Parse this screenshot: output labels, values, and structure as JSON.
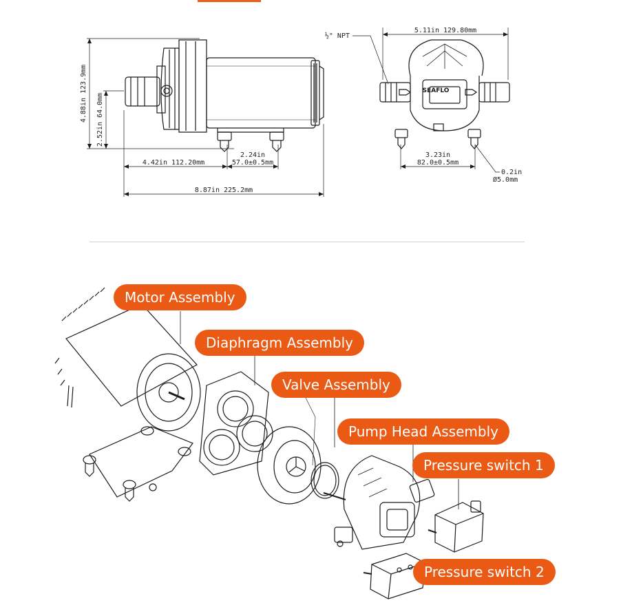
{
  "colors": {
    "accent": "#ea5a15",
    "line": "#1a1a1a",
    "divider": "#cfcfcf"
  },
  "dimensions": {
    "height_total": "4.88in 123.9mm",
    "height_inlet": "2.52in 64.0mm",
    "depth_head": "4.42in 112.20mm",
    "foot_spacing_in": "2.24in",
    "foot_spacing_mm": "57.0±0.5mm",
    "length_total": "8.87in 225.2mm",
    "port_thread": "½\" NPT",
    "width_total": "5.11in 129.80mm",
    "foot_width_in": "3.23in",
    "foot_width_mm": "82.0±0.5mm",
    "hole_in": "0.2in",
    "hole_mm": "Ø5.0mm"
  },
  "brand_mark": "SEAFLO",
  "callouts": {
    "motor": "Motor Assembly",
    "diaphragm": "Diaphragm Assembly",
    "valve": "Valve Assembly",
    "pump_head": "Pump Head Assembly",
    "switch1": "Pressure switch 1",
    "switch2": "Pressure switch 2"
  }
}
